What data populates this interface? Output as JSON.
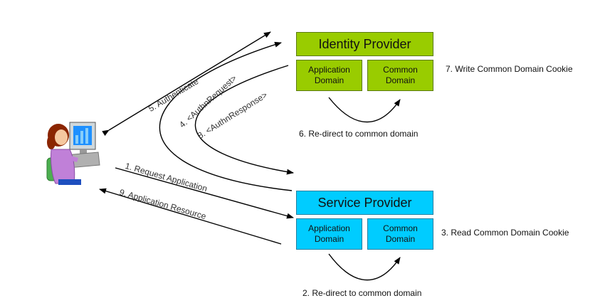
{
  "identity_provider": {
    "title": "Identity Provider",
    "app_domain": "Application\nDomain",
    "common_domain": "Common\nDomain",
    "color": "#99cc00"
  },
  "service_provider": {
    "title": "Service Provider",
    "app_domain": "Application\nDomain",
    "common_domain": "Common\nDomain",
    "color": "#00ccff"
  },
  "steps": {
    "s1": "1. Request Application",
    "s2": "2. Re-direct to common domain",
    "s3": "3. Read Common Domain Cookie",
    "s4": "4. <AuthnRequest>",
    "s5": "5. Authenticate",
    "s6": "6. Re-direct to common domain",
    "s7": "7. Write Common Domain Cookie",
    "s8": "8. <AuthnResponse>",
    "s9": "9. Application Resource"
  },
  "user_icon": "user-at-computer-icon"
}
